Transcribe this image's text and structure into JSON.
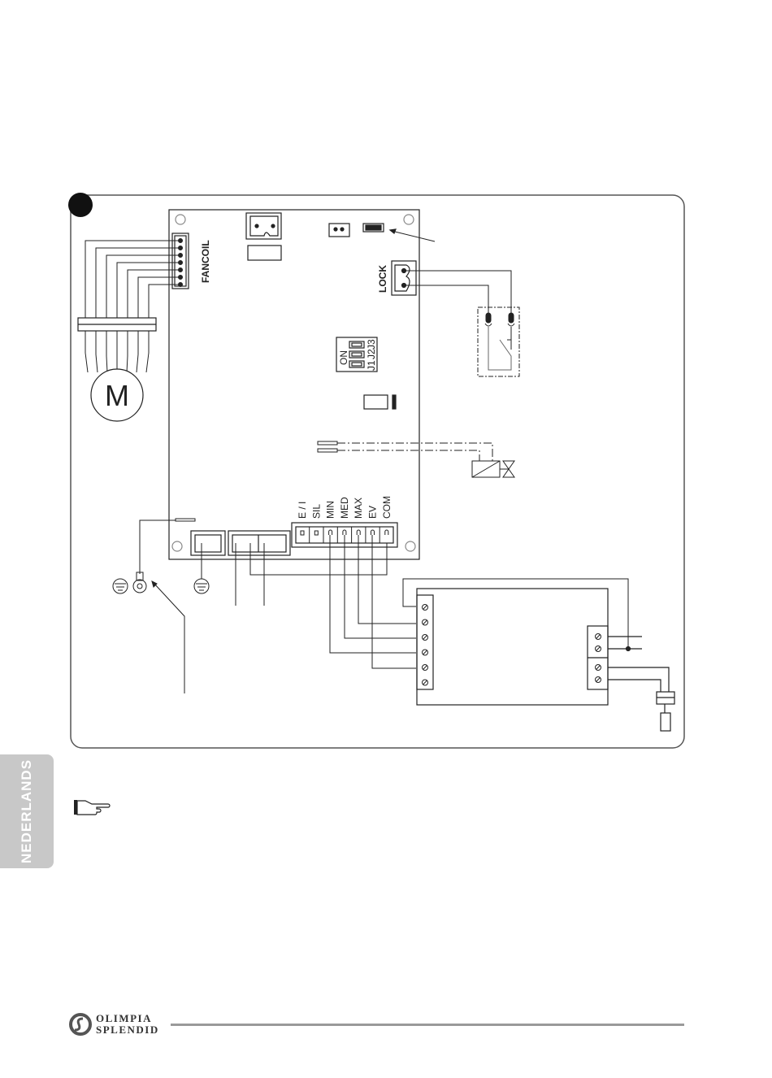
{
  "diagram": {
    "figure_marker": "filled-circle",
    "board_connectors": {
      "fancoil": "FANCOIL",
      "lock": "LOCK",
      "dip_switch_on": "ON",
      "dip_switch_labels": [
        "J1",
        "J2",
        "J3"
      ]
    },
    "motor_label": "M",
    "terminal_labels": [
      "E / I",
      "SIL",
      "MIN",
      "MED",
      "MAX",
      "EV",
      "COM"
    ]
  },
  "sidebar": {
    "language_tab": "NEDERLANDS"
  },
  "note": {
    "icon": "pointing-hand-icon"
  },
  "footer": {
    "brand_line1": "OLIMPIA",
    "brand_line2": "SPLENDID"
  },
  "colors": {
    "line": "#222222",
    "frame": "#555555",
    "tab_bg": "#c8c8c8",
    "rule": "#9a9a9a"
  }
}
